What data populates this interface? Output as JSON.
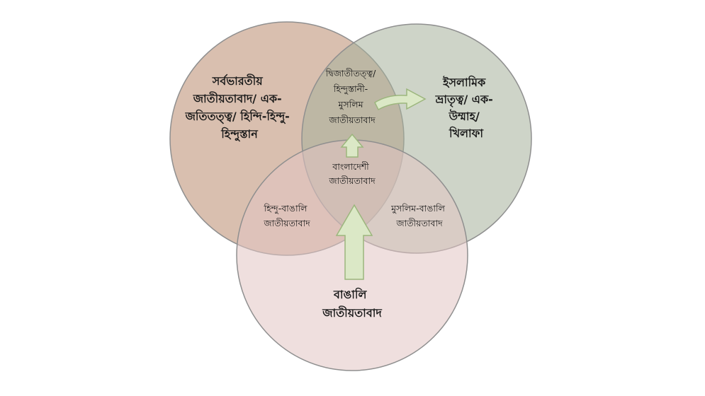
{
  "circles": {
    "left": {
      "lines": [
        "সর্বভারতীয়",
        "জাতীয়তাবাদ/ এক-",
        "জতিতত্ত্ব/ হিন্দি-হিন্দু-",
        "হিন্দুস্তান"
      ],
      "color": "#b98a6e"
    },
    "right": {
      "lines": [
        "ইসলামিক",
        "ভ্রাতৃত্ব/ এক-",
        "উম্মাহ/",
        "খিলাফা"
      ],
      "color": "#a5b09a"
    },
    "bottom": {
      "lines": [
        "বাঙালি",
        "জাতীয়তাবাদ"
      ],
      "color": "#e1c5c2"
    }
  },
  "overlaps": {
    "top": {
      "lines": [
        "দ্বিজাতীতত্ত্ব/",
        "হিন্দুস্তানী-",
        "মুসলিম",
        "জাতীয়তাবাদ"
      ]
    },
    "left_bottom": {
      "lines": [
        "হিন্দু-বাঙালি",
        "জাতীয়তাবাদ"
      ]
    },
    "right_bottom": {
      "lines": [
        "মুসলিম-বাঙালি",
        "জাতীয়তাবাদ"
      ]
    },
    "center": {
      "lines": [
        "বাংলাদেশী",
        "জাতীয়তাবাদ"
      ]
    }
  },
  "arrows": {
    "fill": "#dbe8c6",
    "stroke": "#9cb67d"
  }
}
